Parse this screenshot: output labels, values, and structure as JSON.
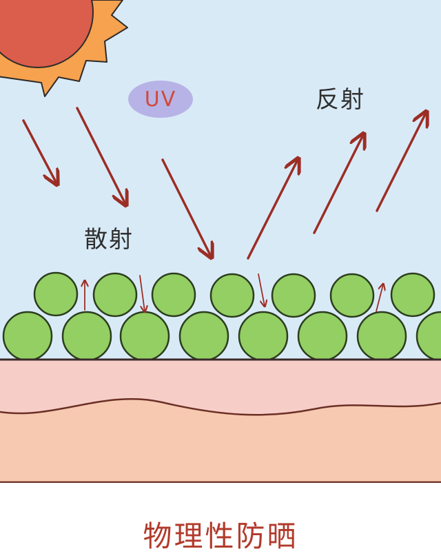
{
  "labels": {
    "uv": "UV",
    "reflection": "反射",
    "scattering": "散射",
    "caption": "物理性防晒"
  },
  "colors": {
    "sky": "#d9eaf7",
    "sun_core": "#db5d4b",
    "sun_rays": "#f6a24e",
    "arrow": "#9b2e24",
    "particle_fill": "#93cf63",
    "particle_stroke": "#2c3d1e",
    "skin_top": "#f7cdc8",
    "skin_bottom": "#f6c9b0",
    "caption": "#b23a2b"
  },
  "icons": [
    "sun-icon",
    "uv-badge",
    "particle",
    "arrow"
  ]
}
